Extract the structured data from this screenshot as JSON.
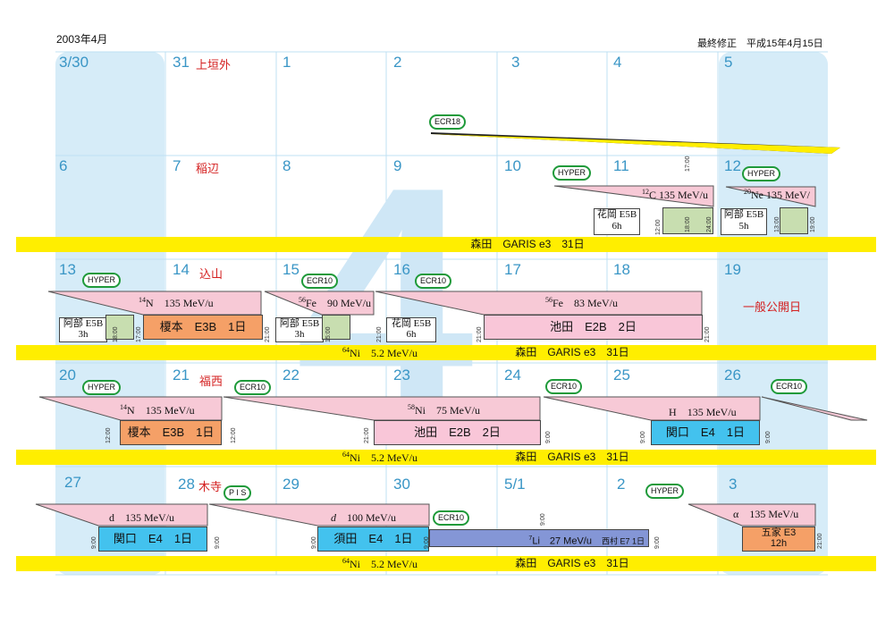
{
  "header": {
    "month": "2003年4月",
    "revision": "最終修正　平成15年4月15日"
  },
  "weeks": [
    {
      "days": [
        "3/30",
        "31",
        "1",
        "2",
        "3",
        "4",
        "5"
      ],
      "notes": {
        "1": "上垣外"
      }
    },
    {
      "days": [
        "6",
        "7",
        "8",
        "9",
        "10",
        "11",
        "12"
      ],
      "notes": {
        "1": "稲辺"
      }
    },
    {
      "days": [
        "13",
        "14",
        "15",
        "16",
        "17",
        "18",
        "19"
      ],
      "notes": {
        "1": "込山",
        "6": "一般公開日"
      }
    },
    {
      "days": [
        "20",
        "21",
        "22",
        "23",
        "24",
        "25",
        "26"
      ],
      "notes": {
        "1": "福西"
      }
    },
    {
      "days": [
        "27",
        "28",
        "29",
        "30",
        "5/1",
        "2",
        "3"
      ],
      "notes": {
        "1": "木寺"
      }
    }
  ],
  "big_digit": "4",
  "band": {
    "text1": "森田　GARIS e3　31日",
    "ion": "Ni",
    "ion_mass": "64",
    "energy": "5.2 MeV/u"
  },
  "badges": {
    "ecr18": "ECR18",
    "hyper": "HYPER",
    "ecr10": "ECR10",
    "pis": "P I S"
  },
  "w2": {
    "c12": {
      "mass": "12",
      "el": "C",
      "en": "135 MeV/u"
    },
    "ne20": {
      "mass": "20",
      "el": "Ne",
      "en": "135 MeV/"
    },
    "hanaoka": "花岡 E5B",
    "hanaoka_h": "6h",
    "abe": "阿部 E5B",
    "abe_h": "5h",
    "times": [
      "17:00",
      "12:00",
      "18:00",
      "24:00",
      "13:00",
      "19:00"
    ]
  },
  "w3": {
    "n14": {
      "mass": "14",
      "el": "N",
      "en": "135 MeV/u"
    },
    "fe56a": {
      "mass": "56",
      "el": "Fe",
      "en": "90 MeV/u"
    },
    "fe56b": {
      "mass": "56",
      "el": "Fe",
      "en": "83 MeV/u"
    },
    "abe1": "阿部 E5B",
    "abe1_h": "3h",
    "enomoto": "榎本　E3B　1日",
    "abe2": "阿部 E5B",
    "abe2_h": "3h",
    "hanaoka": "花岡 E5B",
    "hanaoka_h": "6h",
    "ikeda": "池田　E2B　2日",
    "times": [
      "18:00",
      "17:00",
      "21:00",
      "15:00",
      "21:00",
      "21:00",
      "21:00"
    ]
  },
  "w4": {
    "n14": {
      "mass": "14",
      "el": "N",
      "en": "135 MeV/u"
    },
    "ni58": {
      "mass": "58",
      "el": "Ni",
      "en": "75 MeV/u"
    },
    "h": {
      "el": "H",
      "en": "135 MeV/u"
    },
    "enomoto": "榎本　E3B　1日",
    "ikeda": "池田　E2B　2日",
    "sekiguchi": "関口　E4　1日",
    "times": [
      "12:00",
      "12:00",
      "21:00",
      "9:00",
      "9:00",
      "9:00"
    ]
  },
  "w5": {
    "d1": {
      "el": "d",
      "en": "135 MeV/u"
    },
    "d2": {
      "el": "d",
      "en": "100 MeV/u"
    },
    "li7": {
      "mass": "7",
      "el": "Li",
      "en": "27 MeV/u",
      "who": "西村 E7 1日"
    },
    "alpha": {
      "el": "α",
      "en": "135 MeV/u"
    },
    "sekiguchi": "関口　E4　1日",
    "suda": "須田　E4　1日",
    "goka": "五家 E3",
    "goka_h": "12h",
    "times": [
      "9:00",
      "9:00",
      "9:00",
      "9:00",
      "9:00",
      "9:00",
      "21:00"
    ]
  }
}
